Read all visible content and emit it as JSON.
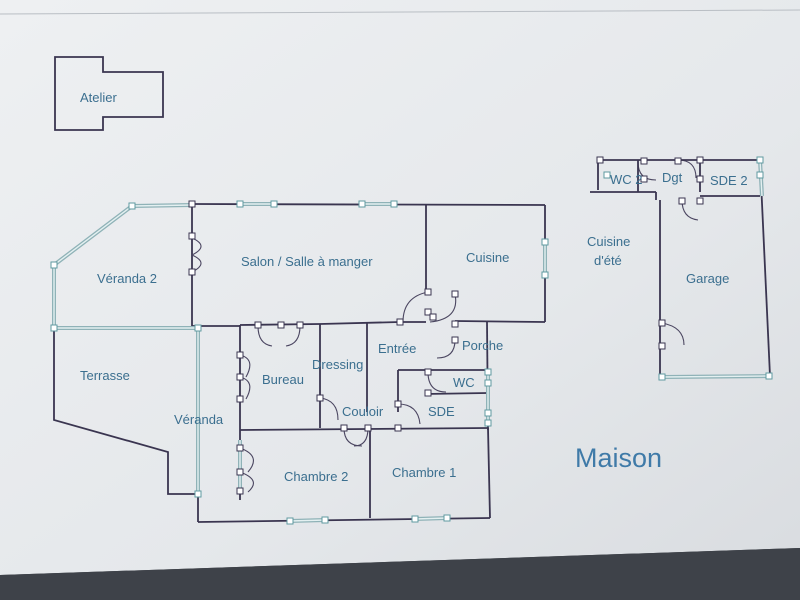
{
  "plan": {
    "title": "Maison",
    "rooms": {
      "atelier": "Atelier",
      "veranda2": "Véranda 2",
      "salon": "Salon / Salle à manger",
      "cuisine": "Cuisine",
      "cuisine_ete_1": "Cuisine",
      "cuisine_ete_2": "d'été",
      "terrasse": "Terrasse",
      "veranda": "Véranda",
      "bureau": "Bureau",
      "dressing": "Dressing",
      "entree": "Entrée",
      "porche": "Porche",
      "wc": "WC",
      "couloir": "Couloir",
      "sde": "SDE",
      "chambre2": "Chambre 2",
      "chambre1": "Chambre 1",
      "wc2": "WC 2",
      "dgt": "Dgt",
      "sde2": "SDE 2",
      "garage": "Garage"
    }
  },
  "colors": {
    "paper": "#e6e9ec",
    "wall": "#3a3550",
    "glass": "#8fb2b7",
    "label": "#3b6f8f",
    "title": "#3f7aa8",
    "background": "#3e4249"
  }
}
